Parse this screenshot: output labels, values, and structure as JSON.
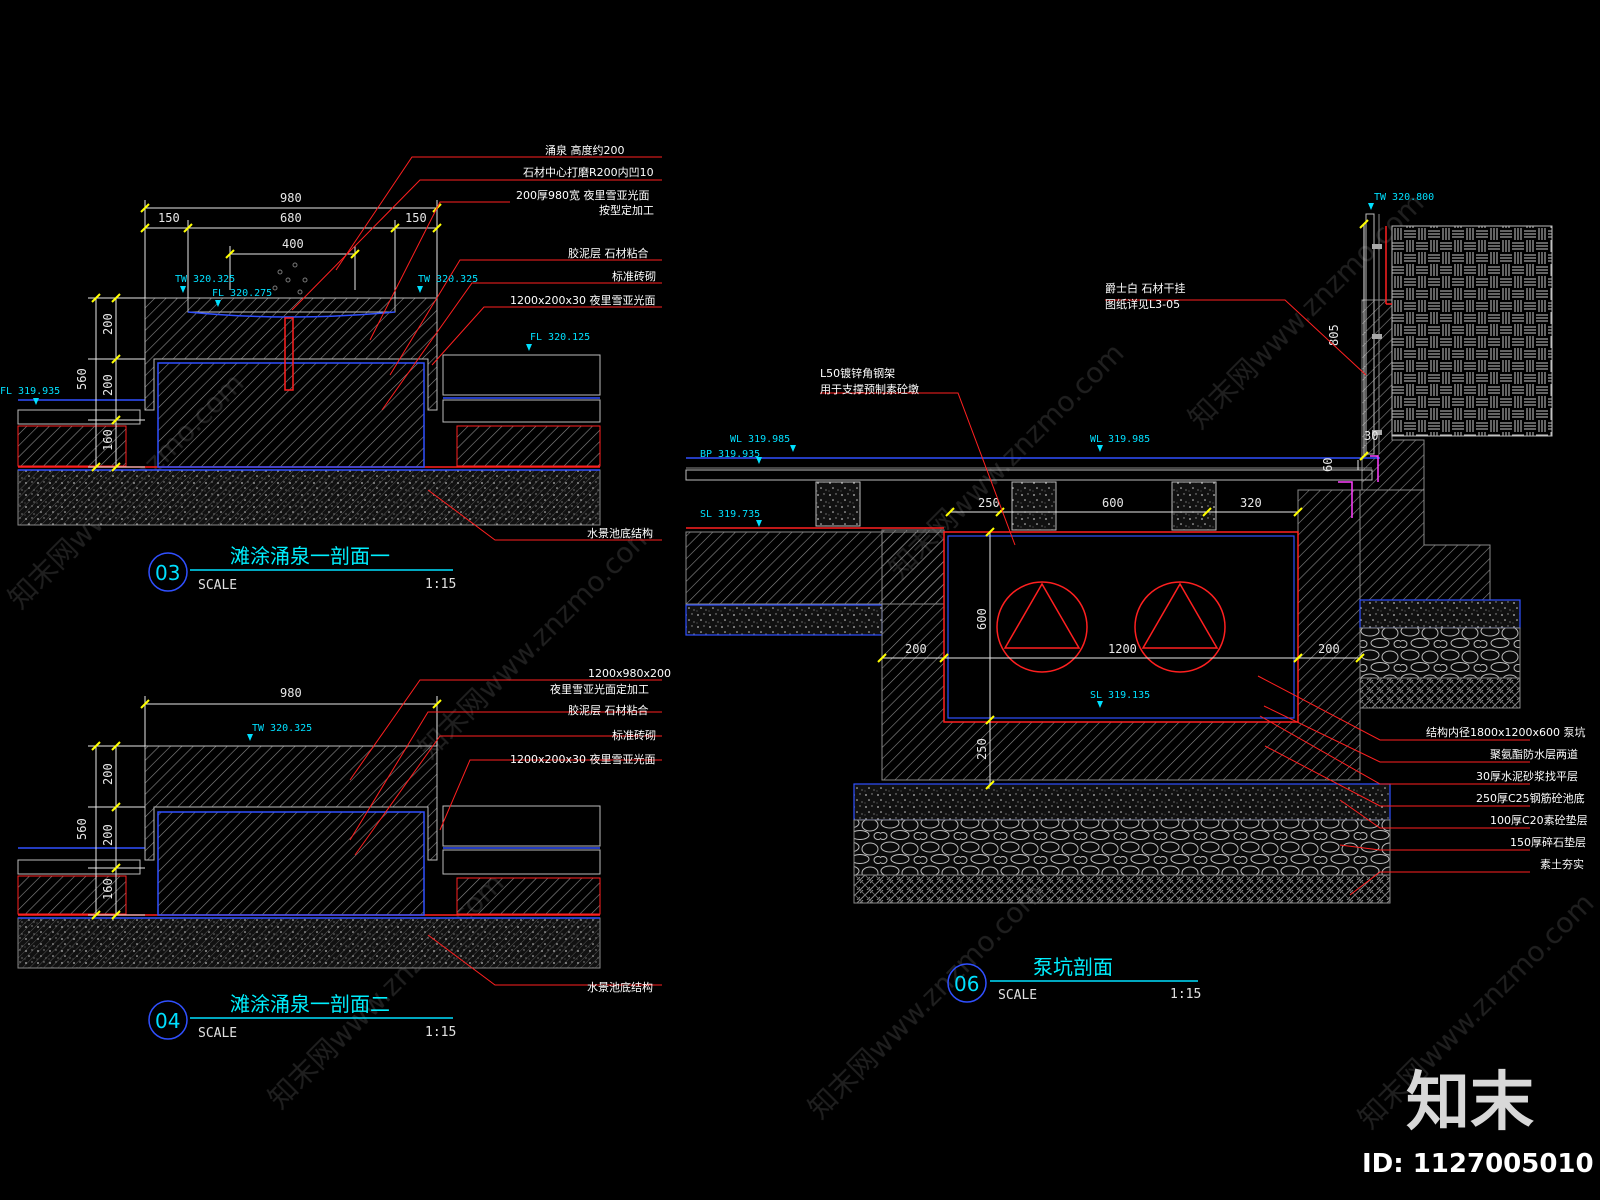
{
  "sections": {
    "s03": {
      "number": "03",
      "title": "滩涂涌泉一剖面一",
      "scale_label": "SCALE",
      "scale_value": "1:15",
      "dims": {
        "total": "980",
        "left": "150",
        "mid": "680",
        "right": "150",
        "inner": "400",
        "h1": "200",
        "h2": "200",
        "h3": "160",
        "htotal": "560"
      },
      "levels": {
        "tw_left": "TW 320.325",
        "fl_mid": "FL 320.275",
        "tw_right": "TW 320.325",
        "fl_right": "FL 320.125",
        "fl_left": "FL 319.935"
      },
      "notes": [
        "涌泉 高度约200",
        "石材中心打磨R200内凹10",
        "200厚980宽 夜里雪亚光面",
        "按型定加工",
        "胶泥层 石材粘合",
        "标准砖砌",
        "1200x200x30 夜里雪亚光面"
      ],
      "bottom_note": "水景池底结构"
    },
    "s04": {
      "number": "04",
      "title": "滩涂涌泉一剖面二",
      "scale_label": "SCALE",
      "scale_value": "1:15",
      "dims": {
        "total": "980",
        "h1": "200",
        "h2": "200",
        "h3": "160",
        "htotal": "560"
      },
      "levels": {
        "tw": "TW 320.325"
      },
      "notes": [
        "1200x980x200",
        "夜里雪亚光面定加工",
        "胶泥层 石材粘合",
        "标准砖砌",
        "1200x200x30 夜里雪亚光面"
      ],
      "bottom_note": "水景池底结构"
    },
    "s06": {
      "number": "06",
      "title": "泵坑剖面",
      "scale_label": "SCALE",
      "scale_value": "1:15",
      "dims": {
        "d250": "250",
        "d600": "600",
        "d320": "320",
        "depth600": "600",
        "left200": "200",
        "w1200": "1200",
        "right200": "200",
        "bot250": "250",
        "wall805": "805",
        "h60": "60",
        "h30": "30"
      },
      "levels": {
        "tw_top": "TW 320.800",
        "wl_left": "WL 319.985",
        "wl_mid": "WL 319.985",
        "bp": "BP 319.935",
        "sl_left": "SL 319.735",
        "sl_pit": "SL 319.135"
      },
      "notes_top": [
        "爵士白 石材干挂",
        "图纸详见L3-05"
      ],
      "notes_frame": [
        "L50镀锌角钢架",
        "用于支撑预制素砼墩"
      ],
      "notes_right": [
        "结构内径1800x1200x600 泵坑",
        "聚氨酯防水层两道",
        "30厚水泥砂浆找平层",
        "250厚C25钢筋砼池底",
        "100厚C20素砼垫层",
        "150厚碎石垫层",
        "素土夯实"
      ]
    }
  },
  "watermark": {
    "text": "知末网www.znzmo.com"
  },
  "brand": {
    "logo": "知末",
    "id": "ID: 1127005010"
  },
  "colors": {
    "cyan": "#00e0ff",
    "red": "#ff2020",
    "yellow": "#ffff00",
    "blue": "#3050ff",
    "gray": "#9a9a9a",
    "bg": "#000000"
  }
}
